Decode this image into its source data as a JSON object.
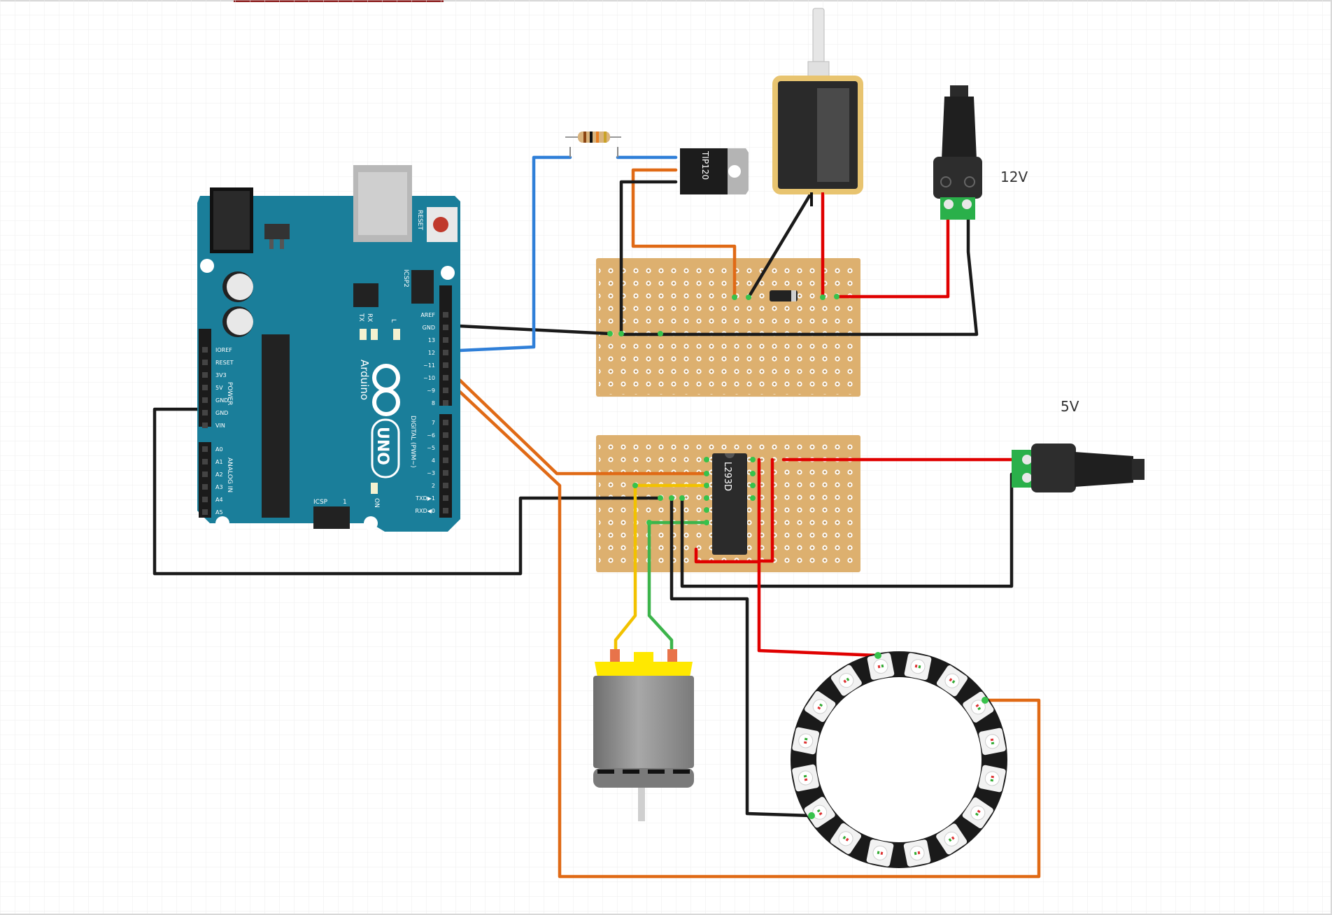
{
  "colors": {
    "background": "#ffffff",
    "grid": "#eeeeee",
    "top_accent": "#8b1a1a",
    "arduino_board": "#1a7e9a",
    "stripboard": "#ddb06f",
    "wire_black": "#1a1a1a",
    "wire_red": "#e00000",
    "wire_blue": "#2f7fd8",
    "wire_orange": "#e06a16",
    "wire_yellow": "#f2c200",
    "wire_green": "#3cb44b",
    "solenoid_frame": "#e8c470",
    "motor_cap": "#ffe800",
    "jack_terminal": "#2ab04a"
  },
  "arduino": {
    "reset_label": "RESET",
    "icsp2_label": "ICSP2",
    "icsp_label": "ICSP",
    "tx_label": "TX",
    "rx_label": "RX",
    "l_label": "L",
    "brand": "Arduino",
    "model": "UNO",
    "on_label": "ON",
    "one_label": "1",
    "digital_label": "DIGITAL (PWM~)",
    "power_label": "POWER",
    "analog_label": "ANALOG IN",
    "power_pins": [
      "IOREF",
      "RESET",
      "3V3",
      "5V",
      "GND",
      "GND",
      "VIN"
    ],
    "analog_pins": [
      "A0",
      "A1",
      "A2",
      "A3",
      "A4",
      "A5"
    ],
    "digital_top_pins": [
      "AREF",
      "GND",
      "13",
      "12",
      "~11",
      "~10",
      "~9",
      "8"
    ],
    "digital_bottom_pins": [
      "7",
      "~6",
      "~5",
      "4",
      "~3",
      "2",
      "TXD▶1",
      "RXD◀0"
    ]
  },
  "components": {
    "transistor_label": "TIP120",
    "driver_ic_label": "L293D",
    "supply_12v_label": "12V",
    "supply_5v_label": "5V"
  }
}
